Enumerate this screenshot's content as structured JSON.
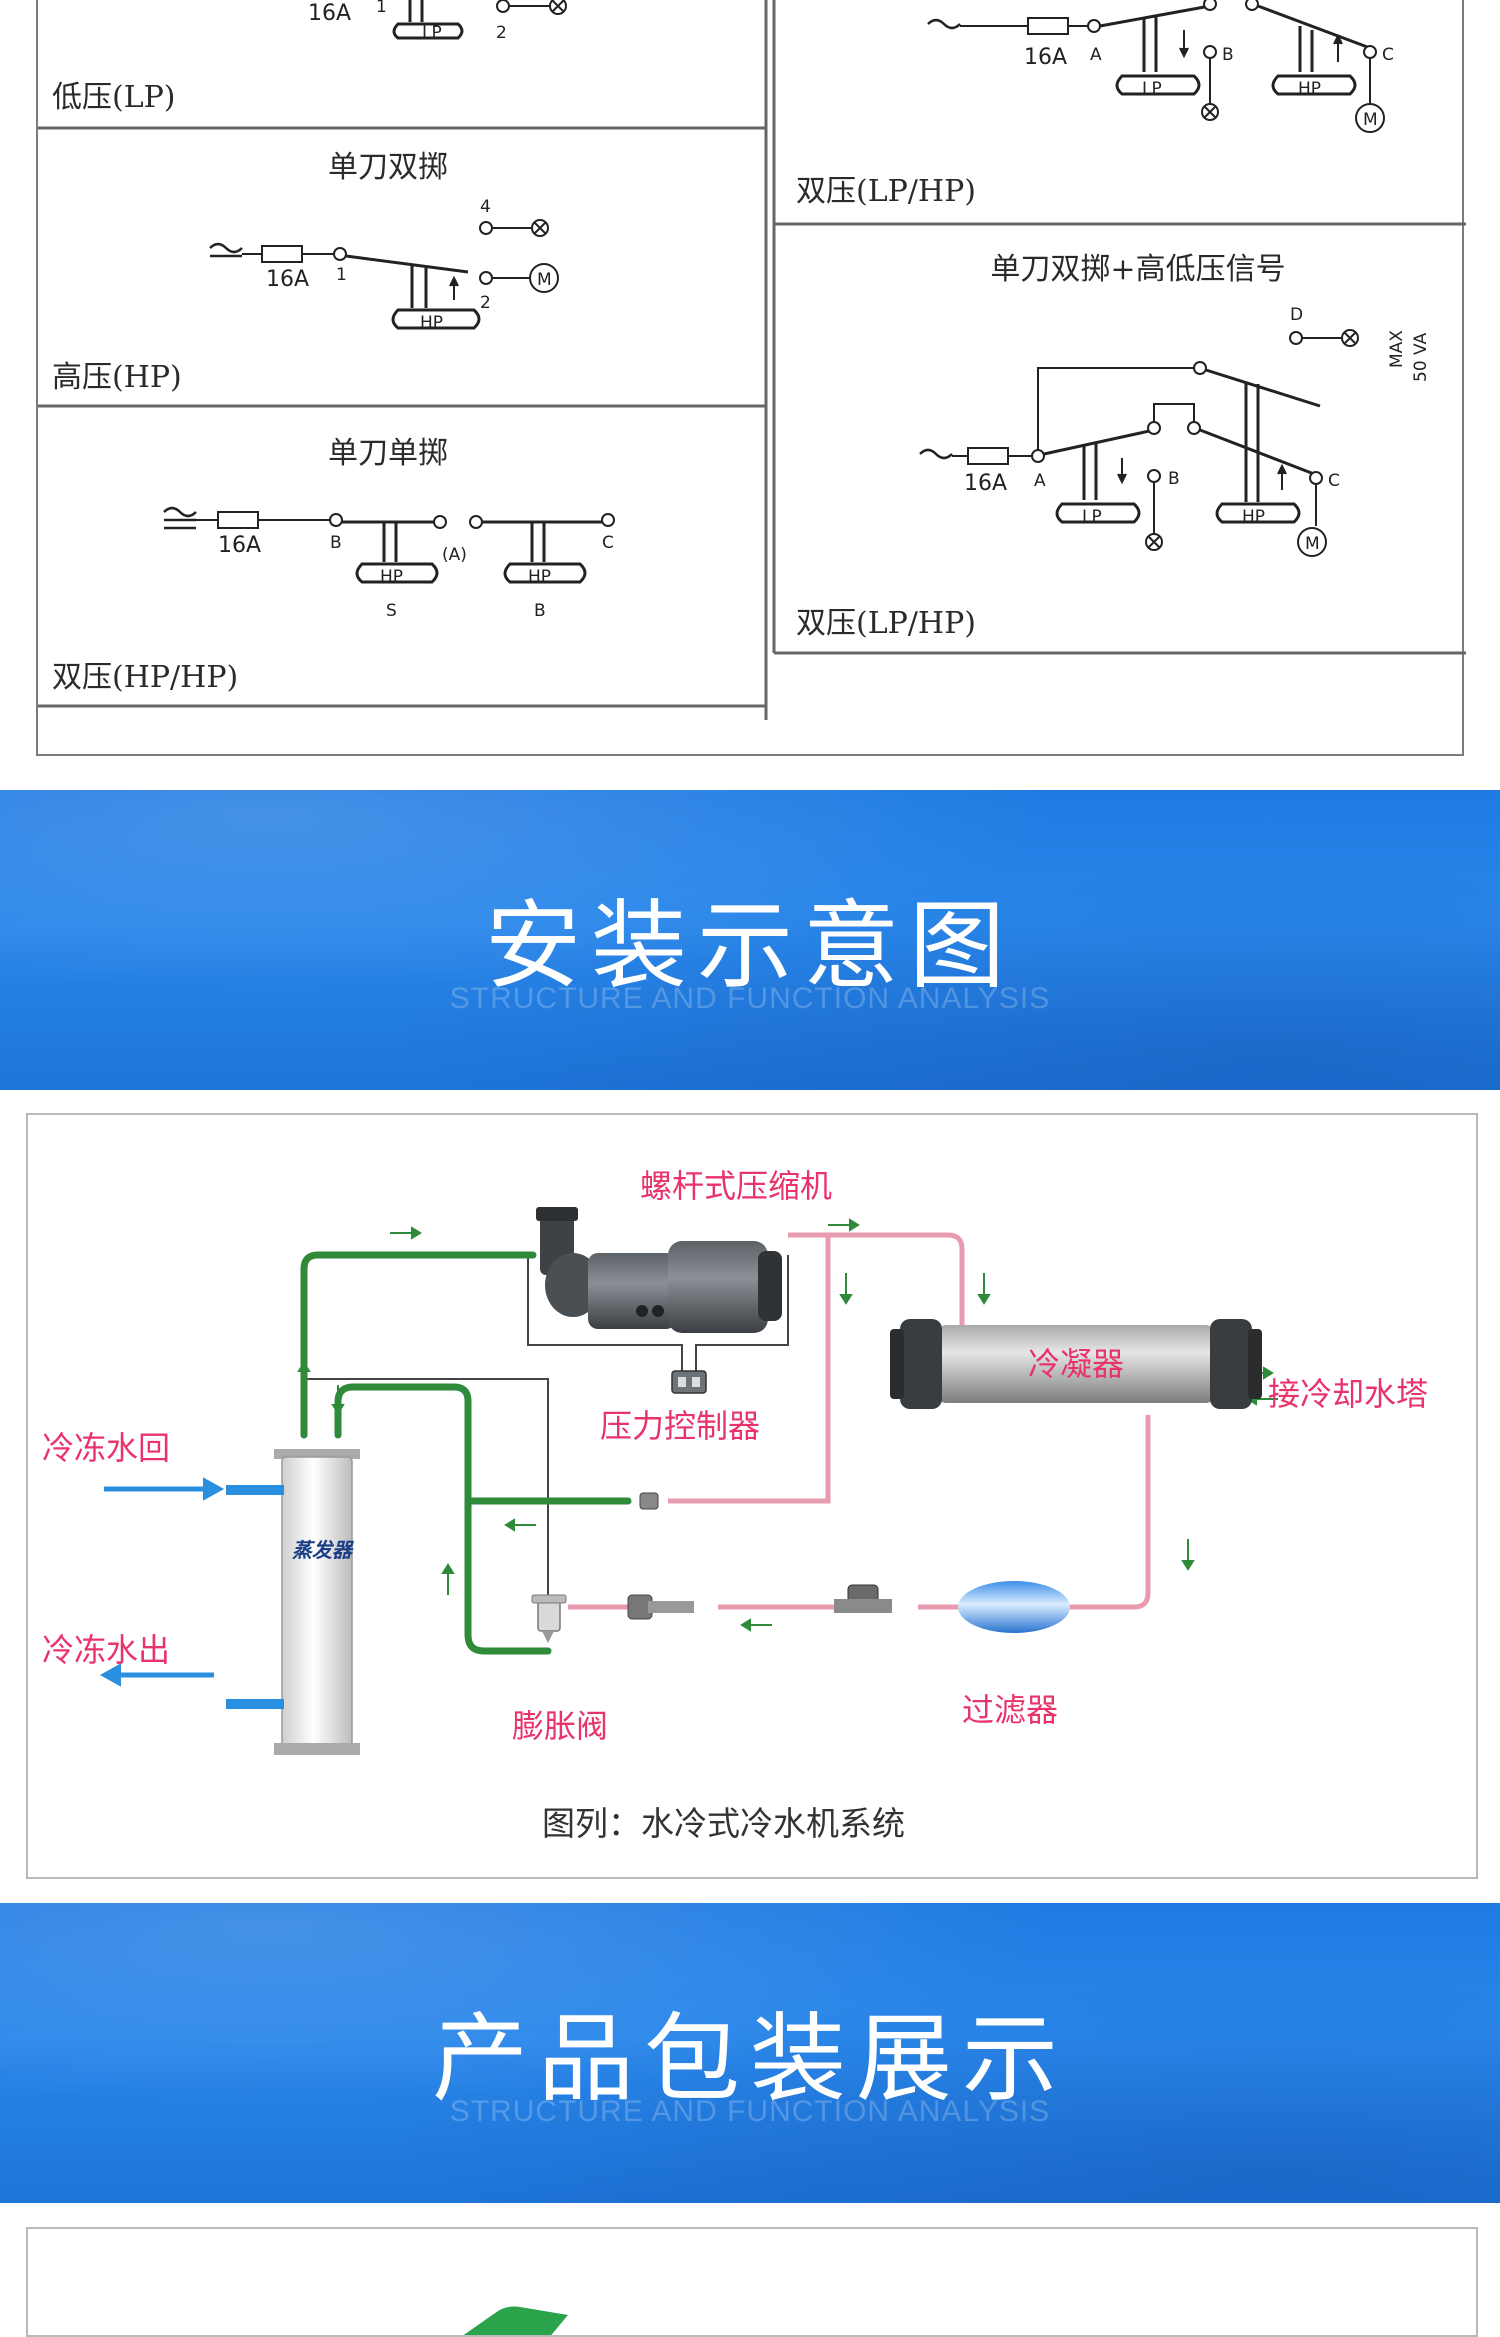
{
  "wiring": {
    "cells": {
      "lp": {
        "label": "低压(LP)"
      },
      "hp": {
        "title": "单刀双掷",
        "label": "高压(HP)"
      },
      "hphp": {
        "title": "单刀单掷",
        "label": "双压(HP/HP)"
      },
      "lphp1": {
        "label": "双压(LP/HP)"
      },
      "lphp2": {
        "title": "单刀双掷+高低压信号",
        "label": "双压(LP/HP)"
      }
    },
    "marks": {
      "fuse": "16A",
      "t1": "1",
      "t2": "2",
      "t4": "4",
      "tA": "A",
      "tB": "B",
      "tC": "C",
      "tD": "D",
      "tA_paren": "(A)",
      "tS": "S",
      "lp": "LP",
      "hp": "HP",
      "rating_max": "MAX",
      "rating_va": "50 VA",
      "motor": "M"
    }
  },
  "banner_install": {
    "title": "安装示意图",
    "subtitle": "STRUCTURE AND FUNCTION ANALYSIS"
  },
  "system": {
    "labels": {
      "compressor": "螺杆式压缩机",
      "pressure_controller": "压力控制器",
      "condenser": "冷凝器",
      "cooling_tower": "接冷却水塔",
      "chilled_return": "冷冻水回",
      "chilled_out": "冷冻水出",
      "evaporator": "蒸发器",
      "expansion_valve": "膨胀阀",
      "filter": "过滤器"
    },
    "caption": "图列：水冷式冷水机系统",
    "colors": {
      "suction_line": "#2f8a3a",
      "discharge_line": "#e89aae",
      "water_arrow": "#2b8fe0",
      "label": "#e8336b"
    }
  },
  "banner_package": {
    "title": "产品包装展示",
    "subtitle": "STRUCTURE AND FUNCTION ANALYSIS"
  }
}
